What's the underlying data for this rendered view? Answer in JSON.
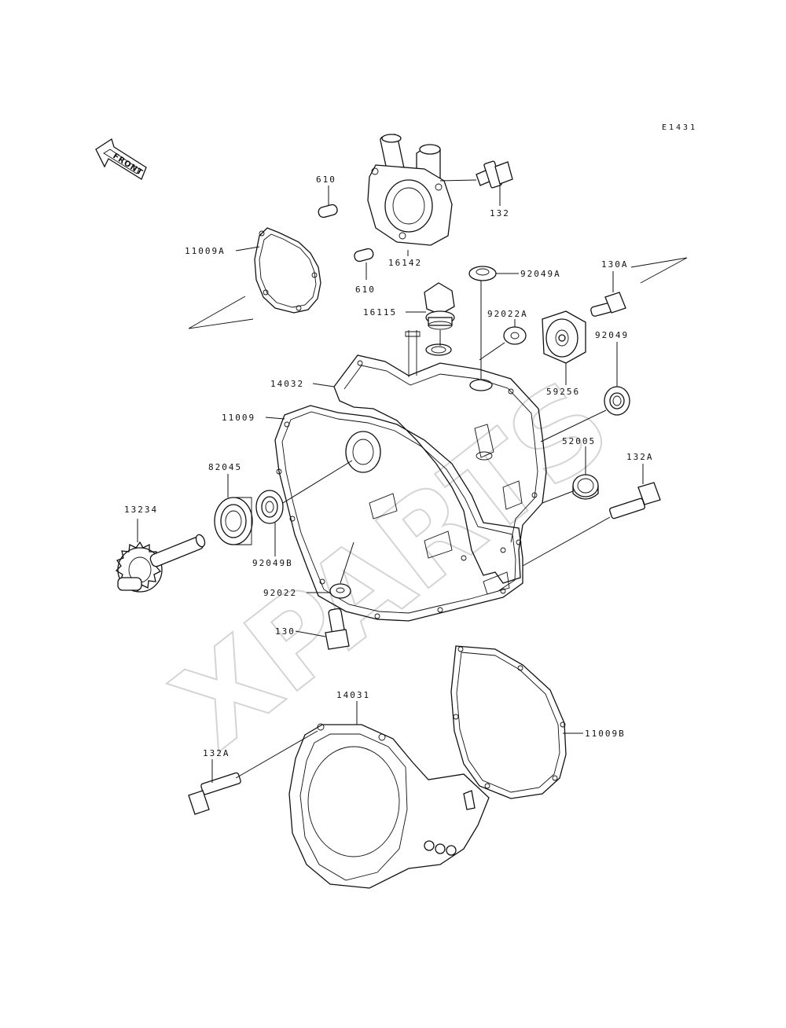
{
  "diagram_code": "E1431",
  "front_label": "FRONT",
  "watermark_text": "XPARTS",
  "parts": {
    "p610_top": "610",
    "p610_bottom": "610",
    "p11009A": "11009A",
    "p16142": "16142",
    "p132": "132",
    "p92049A": "92049A",
    "p130A": "130A",
    "p16115": "16115",
    "p92022A": "92022A",
    "p14032": "14032",
    "p59256": "59256",
    "p92049": "92049",
    "p11009": "11009",
    "p52005": "52005",
    "p82045": "82045",
    "p132A_right": "132A",
    "p13234": "13234",
    "p92049B": "92049B",
    "p92022": "92022",
    "p130": "130",
    "p14031": "14031",
    "p11009B": "11009B",
    "p132A_left": "132A"
  },
  "colors": {
    "line": "#111111",
    "background": "#ffffff",
    "watermark": "#d4d4d4"
  }
}
